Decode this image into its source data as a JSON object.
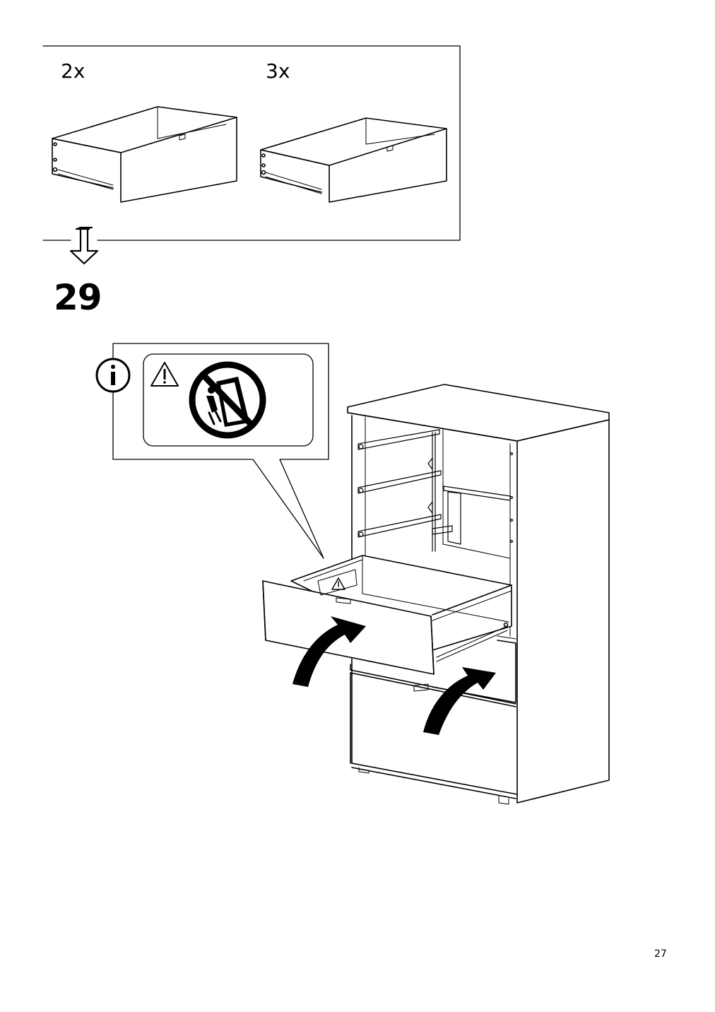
{
  "components": {
    "drawer_large_qty": "2x",
    "drawer_small_qty": "3x"
  },
  "step": {
    "number": "29"
  },
  "page": {
    "number": "27"
  },
  "icons": {
    "info": "info-icon",
    "warning": "warning-triangle-icon",
    "no_tip": "no-climbing-prohibition-icon",
    "arrow_down": "next-step-arrow-icon",
    "insert_arrow": "curved-insert-arrow-icon"
  }
}
